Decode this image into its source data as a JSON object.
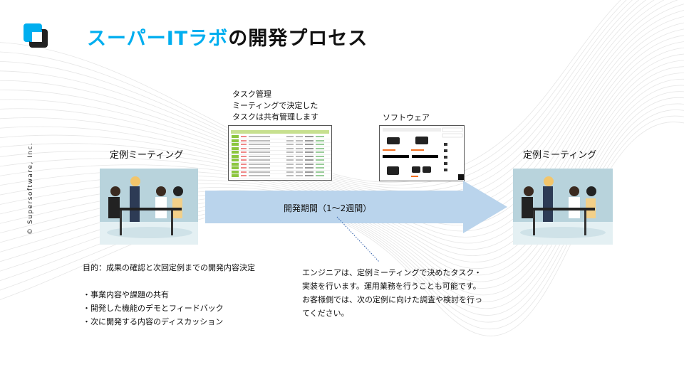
{
  "header": {
    "title_brand": "スーパーITラボ",
    "title_rest": "の開発プロセス",
    "logo_icon": "supersoftware-logo"
  },
  "copyright": "© Supersoftware, Inc.",
  "left_meeting": {
    "label": "定例ミーティング"
  },
  "right_meeting": {
    "label": "定例ミーティング"
  },
  "task_mgmt": {
    "lines": [
      "タスク管理",
      "ミーティングで決定した",
      "タスクは共有管理します"
    ]
  },
  "software": {
    "label": "ソフトウェア"
  },
  "arrow": {
    "label": "開発期間（1～2週間）",
    "color": "#bad4ec"
  },
  "purpose": {
    "heading": "目的：成果の確認と次回定例までの開発内容決定",
    "bullets": [
      "・事業内容や課題の共有",
      "・開発した機能のデモとフィードバック",
      "・次に開発する内容のディスカッション"
    ]
  },
  "engineer_note": {
    "lines": [
      "エンジニアは、定例ミーティングで決めたタスク・",
      "実装を行います。運用業務を行うことも可能です。",
      "お客様側では、次の定例に向けた調査や検討を行っ",
      "てください。"
    ]
  },
  "colors": {
    "brand": "#00aeef",
    "arrow": "#bad4ec"
  }
}
